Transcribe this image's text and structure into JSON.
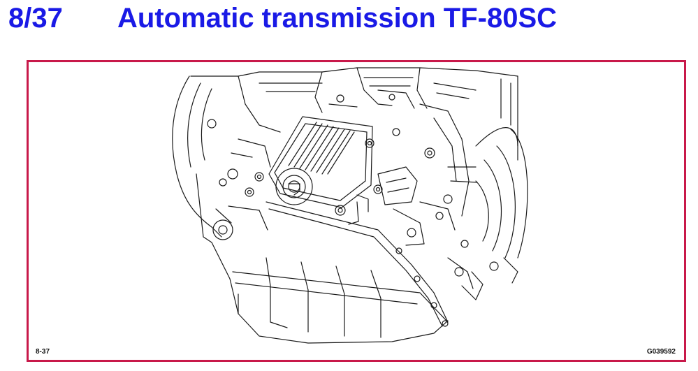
{
  "header": {
    "page_number": "8/37",
    "title": "Automatic transmission TF-80SC"
  },
  "figure": {
    "label_left": "8-37",
    "label_right": "G039592",
    "border_color": "#c8194a",
    "illustration_icon": "transmission-line-drawing"
  },
  "colors": {
    "title": "#1a1ae6"
  }
}
